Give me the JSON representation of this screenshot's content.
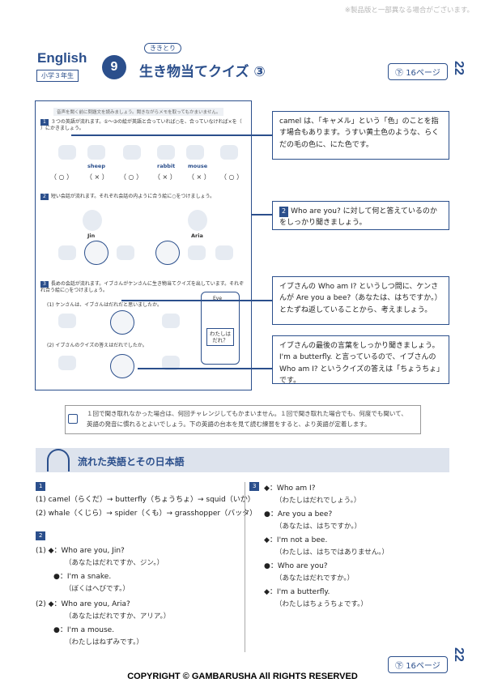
{
  "disclaimer": "※製品版と一部異なる場合がございます。",
  "header": {
    "subject": "English",
    "grade": "小学３年生",
    "lesson_number": "9",
    "kicker": "ききとり",
    "title": "生き物当てクイズ ③",
    "page_ref": "16ページ",
    "page_number": "22"
  },
  "worksheet": {
    "hint": "音声を聞く前に問題文を読みましょう。聞きながらメモを取ってもかまいません。",
    "q1": {
      "label": "1",
      "text": "３つの英語が流れます。①〜③の絵が英語と合っていれば○を、合っていなければ×を（ ）にかきましょう。",
      "words": [
        "sheep",
        "rabbit",
        "mouse"
      ],
      "answers": [
        "（ ○ ）",
        "（ × ）",
        "（ ○ ）",
        "（ × ）",
        "（ × ）",
        "（ ○ ）"
      ]
    },
    "q2": {
      "label": "2",
      "text": "短い会話が流れます。それぞれ会話の内ように合う絵に○をつけましょう。",
      "names": [
        "Jin",
        "Aria"
      ]
    },
    "q3": {
      "label": "3",
      "text": "長めの会話が流れます。イブさんがケンさんに生き物当てクイズを出しています。それぞれ合う絵に○をつけましょう。",
      "sub1": "ケンさんは、イブさんはだれだと思いましたか。",
      "sub2": "イブさんのクイズの答えはだれでしたか。",
      "eve_name": "Eve",
      "eve_card": "わたしは だれ？"
    }
  },
  "notes": [
    "camel は、「キャメル」という「色」のことを指す場合もあります。うすい黄土色のような、らくだの毛の色に、にた色です。",
    "Who are you? に対して何と答えているのかをしっかり聞きましょう。",
    "イブさんの Who am I? というしつ問に、ケンさんが Are you a bee?（あなたは、はちですか。）とたずね返していることから、考えましょう。",
    "イブさんの最後の言葉をしっかり聞きましょう。I'm a butterfly. と言っているので、イブさんの Who am I? というクイズの答えは「ちょうちょ」です。"
  ],
  "tip": "１回で聞き取れなかった場合は、何回チャレンジしてもかまいません。１回で聞き取れた場合でも、何度でも聞いて、英語の発音に慣れるとよいでしょう。下の英語の台本を見て読む練習をすると、より英語が定着します。",
  "section_title": "流れた英語とその日本語",
  "script": {
    "s1": {
      "badge": "1",
      "lines": [
        "(1)  camel（らくだ）→ butterfly（ちょうちょ）→ squid（いか）",
        "(2)  whale（くじら）→ spider（くも）→ grasshopper（バッタ）"
      ]
    },
    "s2": {
      "badge": "2",
      "lines": [
        "(1)  ◆：Who are you, Jin?",
        "（あなたはだれですか、ジン。）",
        "●：I'm a snake.",
        "（ぼくはへびです。）",
        "(2)  ◆：Who are you, Aria?",
        "（あなたはだれですか、アリア。）",
        "●：I'm a mouse.",
        "（わたしはねずみです。）"
      ]
    },
    "s3": {
      "badge": "3",
      "lines": [
        "◆：Who am I?",
        "（わたしはだれでしょう。）",
        "●：Are you a bee?",
        "（あなたは、はちですか。）",
        "◆：I'm not a bee.",
        "（わたしは、はちではありません。）",
        "●：Who are you?",
        "（あなたはだれですか。）",
        "◆：I'm a butterfly.",
        "（わたしはちょうちょです。）"
      ]
    }
  },
  "copyright": "COPYRIGHT © GAMBARUSHA All RIGHTS RESERVED",
  "colors": {
    "accent": "#2b4f8c",
    "band": "#dde3ed"
  }
}
